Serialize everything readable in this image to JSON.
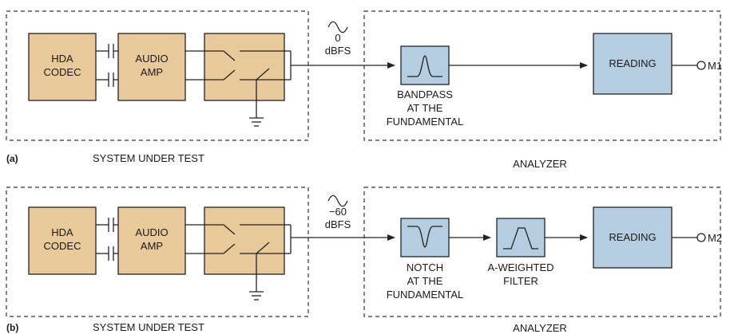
{
  "panel_a": {
    "tag": "(a)",
    "codec": [
      "HDA",
      "CODEC"
    ],
    "amp": [
      "AUDIO",
      "AMP"
    ],
    "level": [
      "0",
      "dBFS"
    ],
    "filter_label": [
      "BANDPASS",
      "AT THE",
      "FUNDAMENTAL"
    ],
    "reading": "READING",
    "output": "M1",
    "sut_caption": "SYSTEM UNDER TEST",
    "analyzer_caption": "ANALYZER"
  },
  "panel_b": {
    "tag": "(b)",
    "codec": [
      "HDA",
      "CODEC"
    ],
    "amp": [
      "AUDIO",
      "AMP"
    ],
    "level": [
      "−60",
      "dBFS"
    ],
    "notch_label": [
      "NOTCH",
      "AT THE",
      "FUNDAMENTAL"
    ],
    "weight_label": [
      "A-WEIGHTED",
      "FILTER"
    ],
    "reading": "READING",
    "output": "M2",
    "sut_caption": "SYSTEM UNDER TEST",
    "analyzer_caption": "ANALYZER"
  },
  "colors": {
    "device_fill": "#e8c99a",
    "analyzer_fill": "#b4cde0"
  }
}
